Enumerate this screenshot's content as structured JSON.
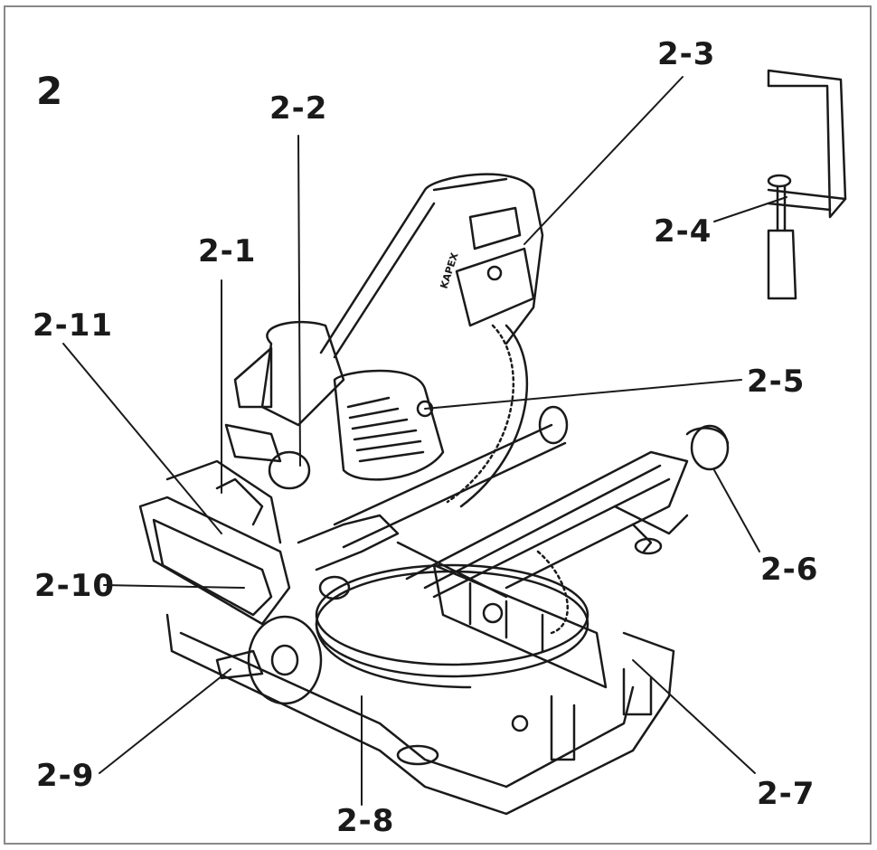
{
  "figure": {
    "number": "2",
    "colors": {
      "ink": "#1a1a1a",
      "frame": "#888888",
      "background": "#ffffff"
    },
    "brand_text": "KAPEX"
  },
  "callouts": [
    {
      "id": "2-1",
      "label": "2-1"
    },
    {
      "id": "2-2",
      "label": "2-2"
    },
    {
      "id": "2-3",
      "label": "2-3"
    },
    {
      "id": "2-4",
      "label": "2-4"
    },
    {
      "id": "2-5",
      "label": "2-5"
    },
    {
      "id": "2-6",
      "label": "2-6"
    },
    {
      "id": "2-7",
      "label": "2-7"
    },
    {
      "id": "2-8",
      "label": "2-8"
    },
    {
      "id": "2-9",
      "label": "2-9"
    },
    {
      "id": "2-10",
      "label": "2-10"
    },
    {
      "id": "2-11",
      "label": "2-11"
    }
  ]
}
